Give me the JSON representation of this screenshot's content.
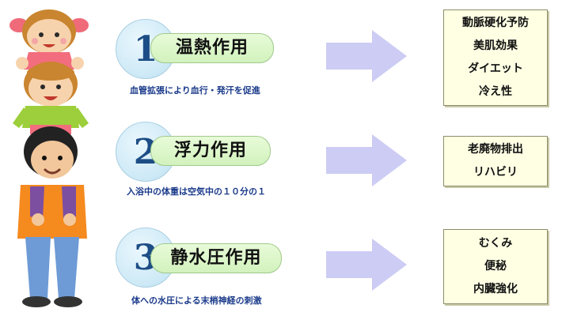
{
  "rows": [
    {
      "number": "1",
      "title": "温熱作用",
      "description": "血管拡張により血行・発汗を促進",
      "effects": [
        "動脈硬化予防",
        "美肌効果",
        "ダイエット",
        "冷え性"
      ]
    },
    {
      "number": "2",
      "title": "浮力作用",
      "description": "入浴中の体重は空気中の１０分の１",
      "effects": [
        "老廃物排出",
        "リハビリ"
      ]
    },
    {
      "number": "3",
      "title": "静水圧作用",
      "description": "体への水圧による末梢神経の刺激",
      "effects": [
        "むくみ",
        "便秘",
        "内臓強化"
      ]
    }
  ],
  "colors": {
    "circle": "#cde9f6",
    "number": "#1d4d86",
    "pill": "#d2f2bd",
    "description": "#1a3a8a",
    "arrow": "#ccccf4",
    "box": "#ffffe4"
  },
  "icons": {
    "illustration": "family-piggyback-illustration",
    "arrow": "right-arrow-icon"
  }
}
